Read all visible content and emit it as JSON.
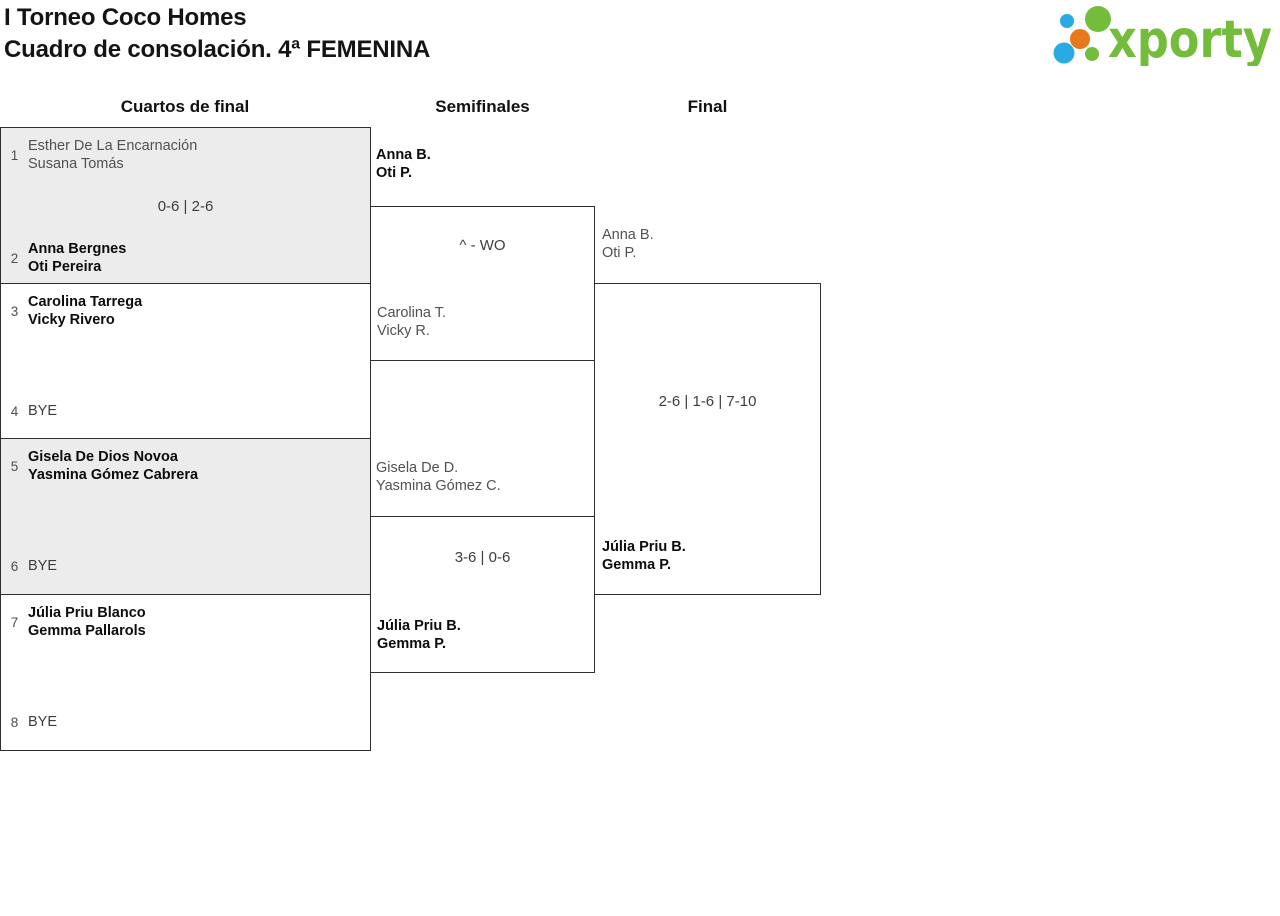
{
  "header": {
    "title_line1": "I Torneo Coco Homes",
    "title_line2": "Cuadro de consolación. 4ª FEMENINA",
    "brand": "xporty"
  },
  "columns": [
    "Cuartos de final",
    "Semifinales",
    "Final"
  ],
  "colors": {
    "brand_green": "#74bc3b",
    "brand_blue": "#29abe2",
    "brand_orange": "#e8791b",
    "box_gray": "#ececec",
    "border": "#2e2e2e",
    "winner_text": "#0c0c0c",
    "loser_text": "#515151"
  },
  "bracket": {
    "quarterfinals": [
      {
        "seed1": "1",
        "team1": [
          "Esther De La Encarnación",
          "Susana Tomás"
        ],
        "score": "0-6 | 2-6",
        "seed2": "2",
        "team2": [
          "Anna Bergnes",
          "Oti Pereira"
        ],
        "winner": "team2"
      },
      {
        "seed1": "3",
        "team1": [
          "Carolina Tarrega",
          "Vicky Rivero"
        ],
        "score": "",
        "seed2": "4",
        "team2": [
          "BYE"
        ],
        "winner": "team1"
      },
      {
        "seed1": "5",
        "team1": [
          "Gisela De Dios Novoa",
          "Yasmina Gómez Cabrera"
        ],
        "score": "",
        "seed2": "6",
        "team2": [
          "BYE"
        ],
        "winner": "team1"
      },
      {
        "seed1": "7",
        "team1": [
          "Júlia Priu Blanco",
          "Gemma Pallarols"
        ],
        "score": "",
        "seed2": "8",
        "team2": [
          "BYE"
        ],
        "winner": "team1"
      }
    ],
    "semifinals": [
      {
        "team1": [
          "Anna B.",
          "Oti P."
        ],
        "score": "^ - WO",
        "team2": [
          "Carolina T.",
          "Vicky R."
        ],
        "winner": "team1"
      },
      {
        "team1": [
          "Gisela De D.",
          "Yasmina Gómez C."
        ],
        "score": "3-6 | 0-6",
        "team2": [
          "Júlia Priu B.",
          "Gemma P."
        ],
        "winner": "team2"
      }
    ],
    "final": {
      "team1": [
        "Anna B.",
        "Oti P."
      ],
      "score": "2-6 | 1-6 | 7-10",
      "team2": [
        "Júlia Priu B.",
        "Gemma P."
      ],
      "winner": "team2"
    }
  }
}
